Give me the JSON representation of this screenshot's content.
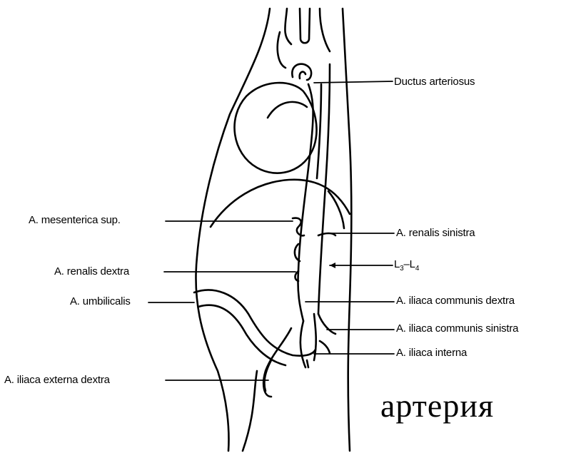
{
  "labels": {
    "ductus": "Ductus arteriosus",
    "mesenterica": "A. mesenterica sup.",
    "renalis_sinistra": "A. renalis sinistra",
    "l3": "L",
    "l3_sub": "3",
    "l_dash": "–L",
    "l4_sub": "4",
    "renalis_dextra": "A. renalis dextra",
    "umbilicalis": "A. umbilicalis",
    "iliaca_communis_dextra": "A. iliaca communis dextra",
    "iliaca_communis_sinistra": "A. iliaca communis sinistra",
    "iliaca_interna": "A. iliaca interna",
    "iliaca_externa_dextra": "A. iliaca externa dextra",
    "caption": "артерия"
  },
  "colors": {
    "ink": "#000000",
    "background": "#ffffff"
  }
}
